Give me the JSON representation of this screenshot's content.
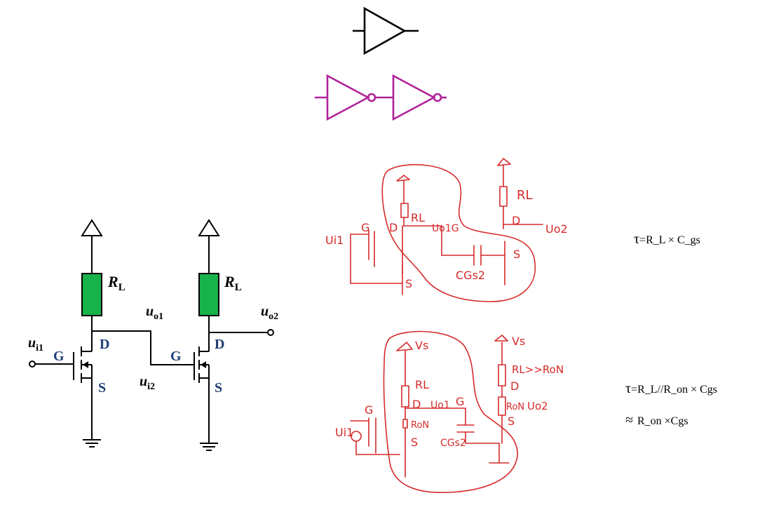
{
  "symbols": {
    "buffer": "buffer-symbol",
    "inverter_pair": "two-inverters-symbol"
  },
  "colors": {
    "schematic": "#000000",
    "component": "#18b24a",
    "pin": "#1f3f74",
    "inverter": "#b0229a",
    "handwriting": "#d62a2a"
  },
  "left_circuit": {
    "rl1": "R",
    "rl1_sub": "L",
    "rl2": "R",
    "rl2_sub": "L",
    "uo1": "u",
    "uo1_sub": "o1",
    "uo2": "u",
    "uo2_sub": "o2",
    "ui1": "u",
    "ui1_sub": "i1",
    "ui2": "u",
    "ui2_sub": "i2",
    "g1": "G",
    "d1": "D",
    "s1": "S",
    "g2": "G",
    "d2": "D",
    "s2": "S"
  },
  "sketch_top": {
    "ui1": "Ui1",
    "g": "G",
    "d": "D",
    "rl": "RL",
    "uo1g": "Uo1G",
    "s_left": "S",
    "cgs2": "CGs2",
    "s_right": "S",
    "rl_right": "RL",
    "d_right": "D",
    "uo2": "Uo2"
  },
  "sketch_bottom": {
    "vs_left": "Vs",
    "vs_right": "Vs",
    "rl": "RL",
    "d": "D",
    "uo1": "Uo1",
    "g_right": "G",
    "g_left": "G",
    "ui1": "Ui1",
    "ron": "RoN",
    "s_left": "S",
    "cgs2": "CGs2",
    "rl_gg_ron": "RL>>RoN",
    "d_right": "D",
    "ron_right": "RoN",
    "uo2": "Uo2",
    "s_right": "S"
  },
  "equations": {
    "tau1_sym": "τ",
    "tau1_text": "=R_L × C_gs",
    "tau2_sym": "τ",
    "tau2_text": "=R_L//R_on × Cgs",
    "approx_sym": "≈",
    "approx_text": "R_on ×Cgs"
  }
}
